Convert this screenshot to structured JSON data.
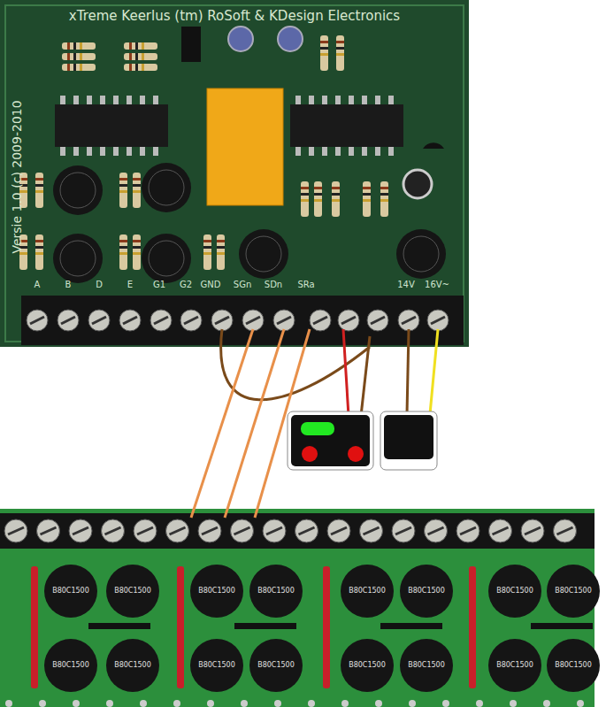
{
  "diagram": {
    "labels": [
      "xTreme Keerlus (tm) RoSoft & KDesign Electronics",
      "Versie 1.0 (c) 2009-2010",
      "A",
      "B",
      "D",
      "E",
      "G1",
      "G2",
      "GND",
      "SGn",
      "SDn",
      "SRa",
      "14V",
      "16V~",
      "B80C1500",
      "B80C1500",
      "B80C1500",
      "B80C1500",
      "B80C1500",
      "B80C1500",
      "B80C1500",
      "B80C1500",
      "B80C1500",
      "B80C1500",
      "B80C1500",
      "B80C1500",
      "B80C1500",
      "B80C1500",
      "B80C1500",
      "B80C1500"
    ]
  }
}
